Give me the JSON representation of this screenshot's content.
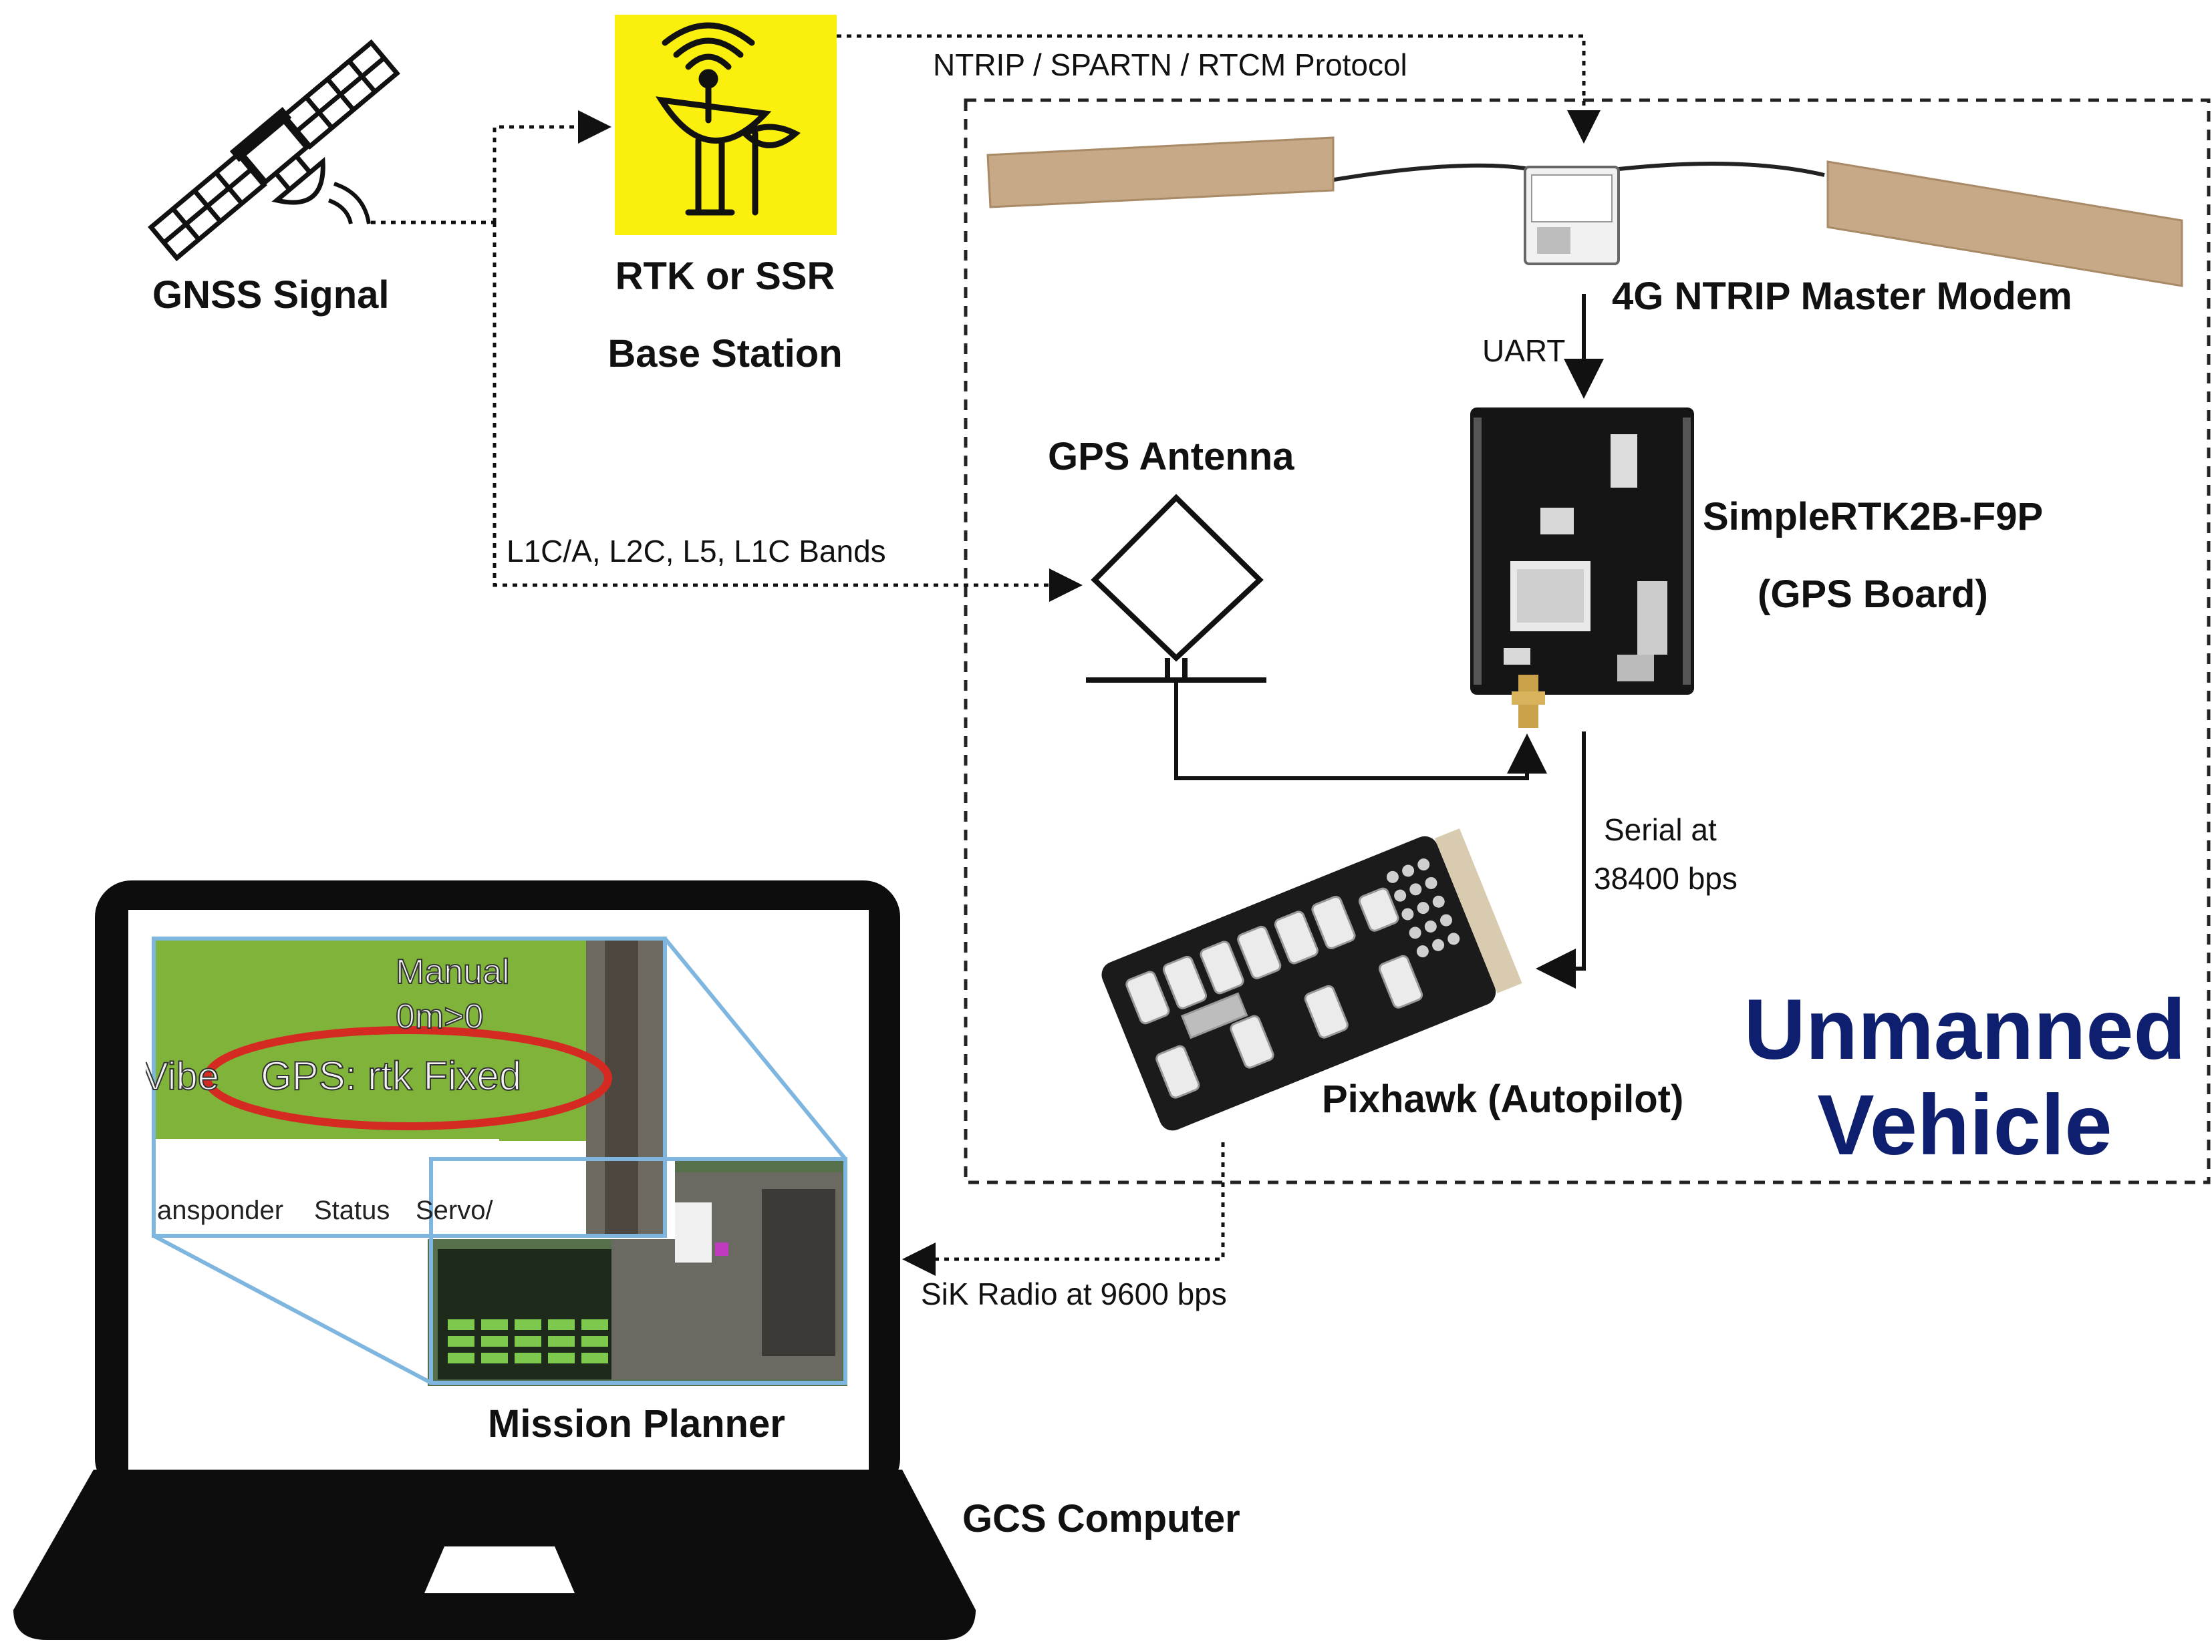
{
  "diagram": {
    "gnss_signal": "GNSS Signal",
    "base_station_line1": "RTK or SSR",
    "base_station_line2": "Base Station",
    "protocol": "NTRIP / SPARTN / RTCM Protocol",
    "modem": "4G NTRIP Master Modem",
    "uart": "UART",
    "gps_antenna": "GPS Antenna",
    "board_line1": "SimpleRTK2B-F9P",
    "board_line2": "(GPS Board)",
    "bands": "L1C/A, L2C, L5, L1C Bands",
    "serial_line1": "Serial at",
    "serial_line2": "38400 bps",
    "pixhawk": "Pixhawk (Autopilot)",
    "unmanned_line1": "Unmanned",
    "unmanned_line2": "Vehicle",
    "sik_radio": "SiK Radio at 9600 bps",
    "mission_planner": "Mission Planner",
    "gcs_computer": "GCS Computer"
  },
  "screen": {
    "mode": "Manual",
    "altitude": "0m>0",
    "vibe": "Vibe",
    "gps_status": "GPS: rtk Fixed",
    "tabs": [
      "ansponder",
      "Status",
      "Servo/"
    ]
  },
  "colors": {
    "base_station_bg": "#fbef0e",
    "hud_green": "#7fb33a",
    "highlight_ellipse": "#d42a22",
    "zoom_border": "#7fb6e0",
    "vehicle_text": "#0d1f6e",
    "antenna_tape": "#c8a987",
    "board_black": "#151515"
  }
}
